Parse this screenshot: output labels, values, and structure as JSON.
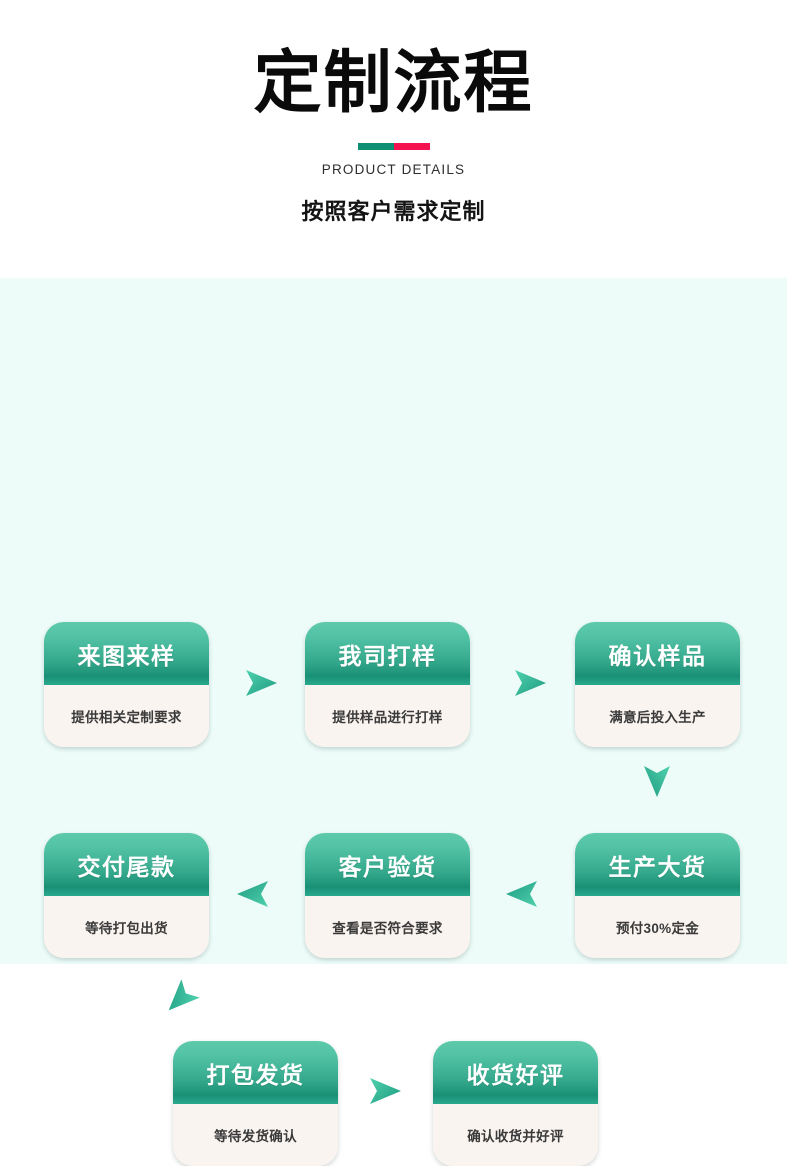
{
  "header": {
    "title": "定制流程",
    "subtitle_en": "PRODUCT DETAILS",
    "subtitle_cn": "按照客户需求定制",
    "divider_left_color": "#0d8f73",
    "divider_right_color": "#f5134f"
  },
  "theme": {
    "page_bg": "#ffffff",
    "panel_bg": "#edfcf9",
    "card_head_gradient_top": "#5ec9ab",
    "card_head_gradient_bottom": "#199076",
    "card_body_bg": "#faf4f0",
    "card_head_text": "#ffffff",
    "card_body_text": "#3a3a3a",
    "arrow_color": "#39bf9c"
  },
  "flow": {
    "steps": [
      {
        "title": "来图来样",
        "desc": "提供相关定制要求"
      },
      {
        "title": "我司打样",
        "desc": "提供样品进行打样"
      },
      {
        "title": "确认样品",
        "desc": "满意后投入生产"
      },
      {
        "title": "生产大货",
        "desc": "预付30%定金"
      },
      {
        "title": "客户验货",
        "desc": "查看是否符合要求"
      },
      {
        "title": "交付尾款",
        "desc": "等待打包出货"
      },
      {
        "title": "打包发货",
        "desc": "等待发货确认"
      },
      {
        "title": "收货好评",
        "desc": "确认收货并好评"
      }
    ],
    "arrows": [
      {
        "name": "arrow-step1-to-step2",
        "direction": "right"
      },
      {
        "name": "arrow-step2-to-step3",
        "direction": "right"
      },
      {
        "name": "arrow-step3-to-step4",
        "direction": "down"
      },
      {
        "name": "arrow-step4-to-step5",
        "direction": "left"
      },
      {
        "name": "arrow-step5-to-step6",
        "direction": "left"
      },
      {
        "name": "arrow-step6-to-step7",
        "direction": "down-left"
      },
      {
        "name": "arrow-step7-to-step8",
        "direction": "right"
      }
    ]
  }
}
